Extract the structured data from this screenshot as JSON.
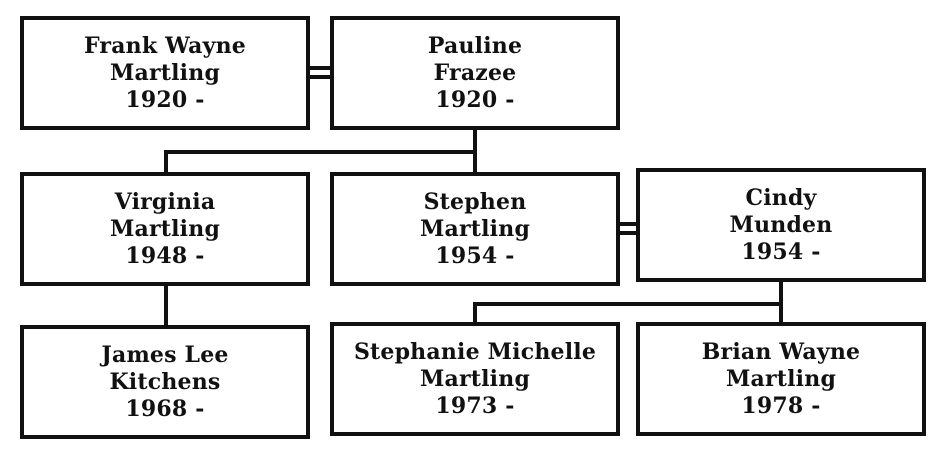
{
  "people": {
    "frank": {
      "line1": "Frank Wayne",
      "line2": "Martling",
      "years": "1920 -"
    },
    "pauline": {
      "line1": "Pauline",
      "line2": "Frazee",
      "years": "1920 -"
    },
    "virginia": {
      "line1": "Virginia",
      "line2": "Martling",
      "years": "1948 -"
    },
    "stephen": {
      "line1": "Stephen",
      "line2": "Martling",
      "years": "1954 -"
    },
    "cindy": {
      "line1": "Cindy",
      "line2": "Munden",
      "years": "1954 -"
    },
    "james": {
      "line1": "James Lee",
      "line2": "Kitchens",
      "years": "1968 -"
    },
    "stephanie": {
      "line1": "Stephanie Michelle",
      "line2": "Martling",
      "years": "1973 -"
    },
    "brian": {
      "line1": "Brian Wayne",
      "line2": "Martling",
      "years": "1978 -"
    }
  },
  "colors": {
    "border": "#111111",
    "background": "#ffffff"
  }
}
